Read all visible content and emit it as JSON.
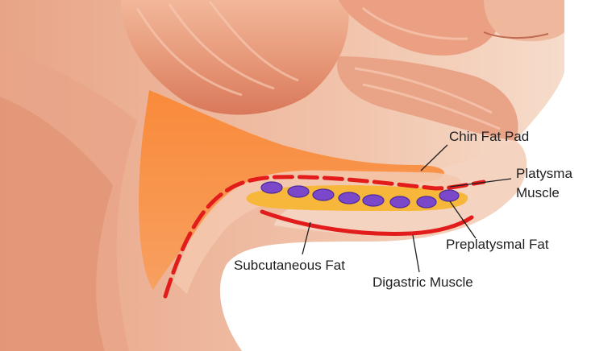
{
  "labels": {
    "chin_fat_pad": "Chin Fat Pad",
    "platysma_line1": "Platysma",
    "platysma_line2": "Muscle",
    "preplatysmal_fat": "Preplatysmal Fat",
    "subcutaneous_fat": "Subcutaneous Fat",
    "digastric_muscle": "Digastric Muscle"
  },
  "colors": {
    "skin": "#f6dccb",
    "skin_shadow": "#ecc0a4",
    "muscle": "#e79a7a",
    "muscle_dark": "#d9785a",
    "muscle_light": "#f2b79a",
    "orange_fat": "#f7924a",
    "yellow_fat": "#f6b73a",
    "red_line": "#e21b1b",
    "purple_nodule": "#7a48c9",
    "purple_dark": "#4e2a9a",
    "leader_line": "#1e1e1e"
  }
}
